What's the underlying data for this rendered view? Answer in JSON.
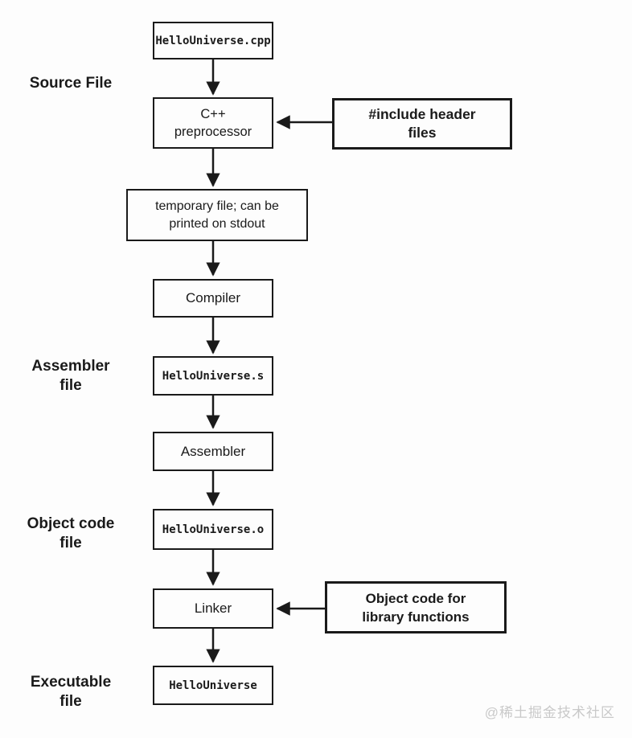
{
  "nodes": {
    "source_file": {
      "label": "HelloUniverse.cpp"
    },
    "preprocessor": {
      "label": "C++\npreprocessor"
    },
    "include_headers": {
      "label": "#include header\nfiles"
    },
    "temp_file": {
      "label": "temporary file; can be\nprinted on stdout"
    },
    "compiler": {
      "label": "Compiler"
    },
    "assembly_file": {
      "label": "HelloUniverse.s"
    },
    "assembler": {
      "label": "Assembler"
    },
    "object_file": {
      "label": "HelloUniverse.o"
    },
    "linker": {
      "label": "Linker"
    },
    "library_objects": {
      "label": "Object code for\nlibrary functions"
    },
    "executable": {
      "label": "HelloUniverse"
    }
  },
  "side_labels": {
    "source": "Source File",
    "assembler": "Assembler\nfile",
    "object": "Object code\nfile",
    "executable": "Executable\nfile"
  },
  "watermark": "@稀土掘金技术社区",
  "colors": {
    "line": "#1a1a1a",
    "background": "#fdfdfd",
    "watermark": "#c9c9c9"
  }
}
